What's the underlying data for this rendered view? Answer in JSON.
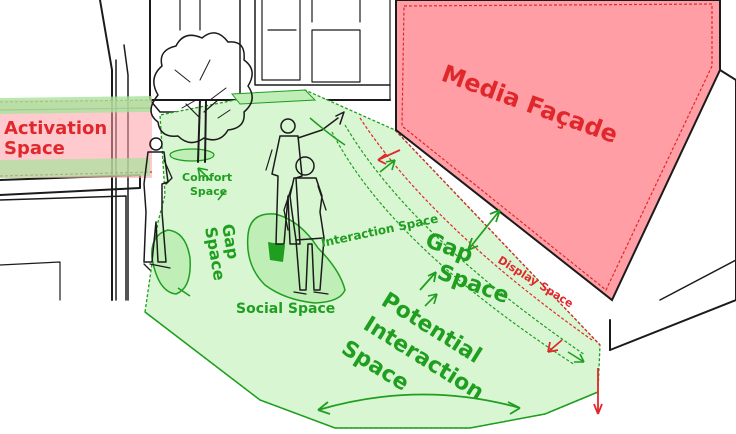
{
  "labels": {
    "media_facade": "Media Façade",
    "activation_line1": "Activation",
    "activation_line2": "Space",
    "comfort_line1": "Comfort",
    "comfort_line2": "Space",
    "gap_left_line1": "Gap",
    "gap_left_line2": "Space",
    "social_space": "Social Space",
    "interaction_space": "Interaction Space",
    "gap_right_line1": "Gap",
    "gap_right_line2": "Space",
    "display_space": "Display Space",
    "potential_line1": "Potential",
    "potential_line2": "Interaction",
    "potential_line3": "Space"
  },
  "colors": {
    "green": "#1f9e1f",
    "green_fill": "#d8f6d2",
    "green_dark": "#1a8f1a",
    "red": "#e0282c",
    "red_fill": "#ff9fa5",
    "ink": "#1b1b1b"
  }
}
